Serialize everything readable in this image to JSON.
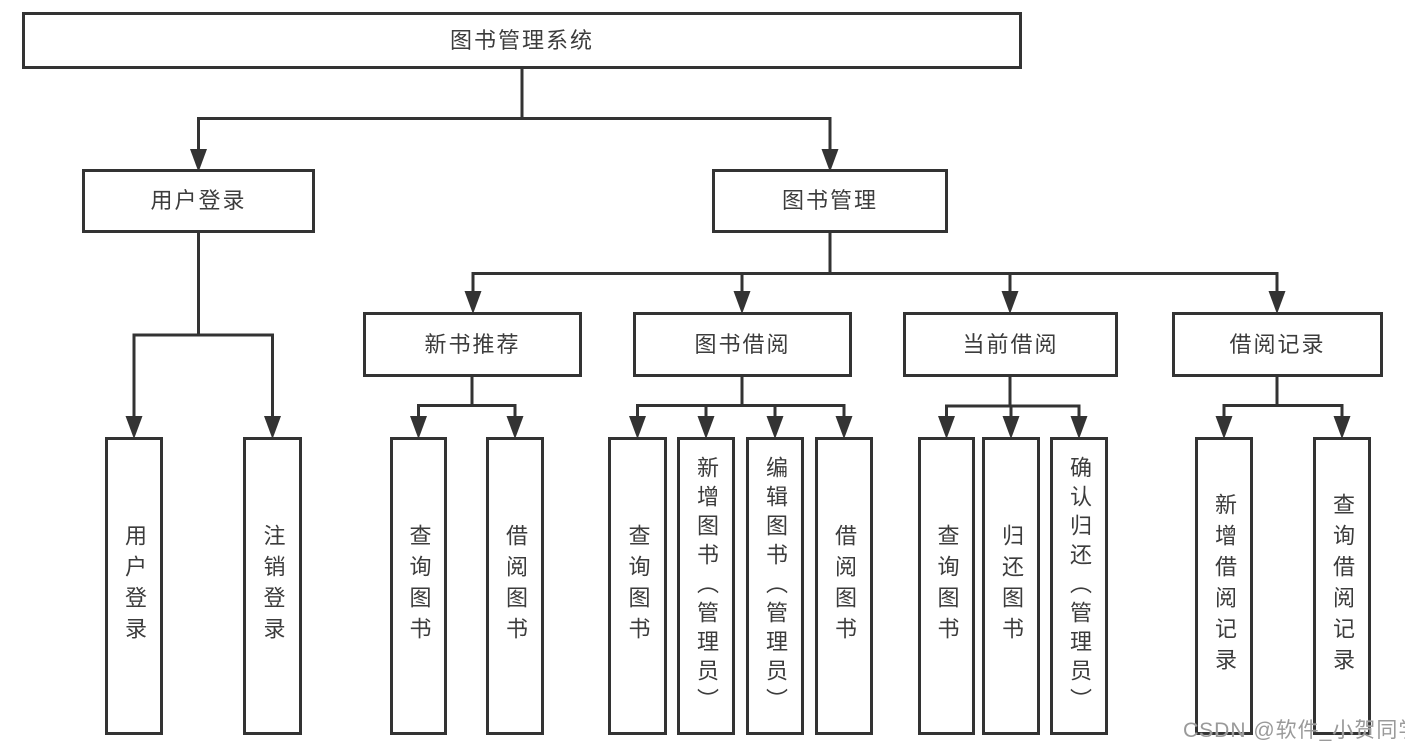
{
  "diagram_type": "hierarchy-tree",
  "colors": {
    "line": "#333333",
    "box_border": "#333333",
    "box_fill": "#ffffff",
    "text": "#3c3c3c",
    "watermark": "#9a9a9a"
  },
  "tree": {
    "root": {
      "label": "图书管理系统",
      "children": [
        {
          "label": "用户登录",
          "children": [
            {
              "label": "用户登录"
            },
            {
              "label": "注销登录"
            }
          ]
        },
        {
          "label": "图书管理",
          "children": [
            {
              "label": "新书推荐",
              "children": [
                {
                  "label": "查询图书"
                },
                {
                  "label": "借阅图书"
                }
              ]
            },
            {
              "label": "图书借阅",
              "children": [
                {
                  "label": "查询图书"
                },
                {
                  "label": "新增图书（管理员）"
                },
                {
                  "label": "编辑图书（管理员）"
                },
                {
                  "label": "借阅图书"
                }
              ]
            },
            {
              "label": "当前借阅",
              "children": [
                {
                  "label": "查询图书"
                },
                {
                  "label": "归还图书"
                },
                {
                  "label": "确认归还（管理员）"
                }
              ]
            },
            {
              "label": "借阅记录",
              "children": [
                {
                  "label": "新增借阅记录"
                },
                {
                  "label": "查询借阅记录"
                }
              ]
            }
          ]
        }
      ]
    }
  },
  "watermark": {
    "text": "CSDN @软件_小贺同学"
  }
}
